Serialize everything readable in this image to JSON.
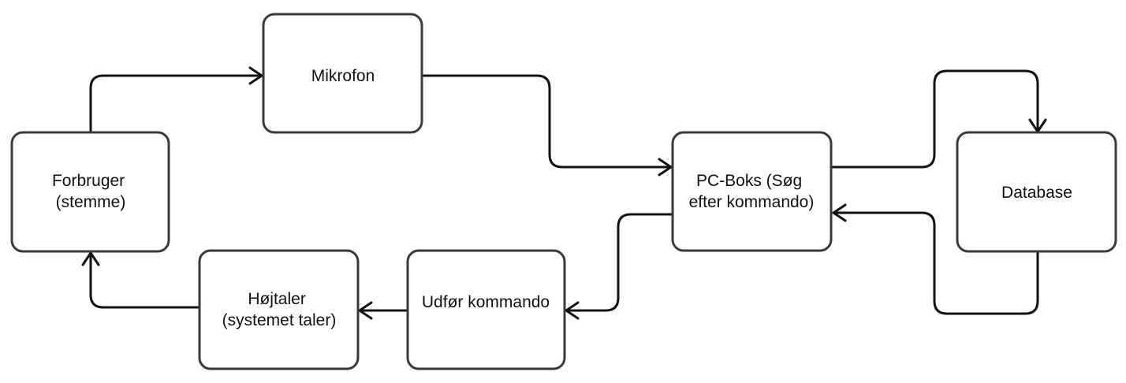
{
  "nodes": {
    "forbruger": {
      "lines": [
        "Forbruger",
        "(stemme)"
      ]
    },
    "mikrofon": {
      "lines": [
        "Mikrofon"
      ]
    },
    "pc_boks": {
      "lines": [
        "PC-Boks (Søg",
        "efter kommando)"
      ]
    },
    "database": {
      "lines": [
        "Database"
      ]
    },
    "udfoer": {
      "lines": [
        "Udfør kommando"
      ]
    },
    "hoejtaler": {
      "lines": [
        "Højtaler",
        "(systemet taler)"
      ]
    }
  },
  "colors": {
    "stroke": "#3a3a3a",
    "edge": "#111111",
    "background": "#ffffff"
  }
}
